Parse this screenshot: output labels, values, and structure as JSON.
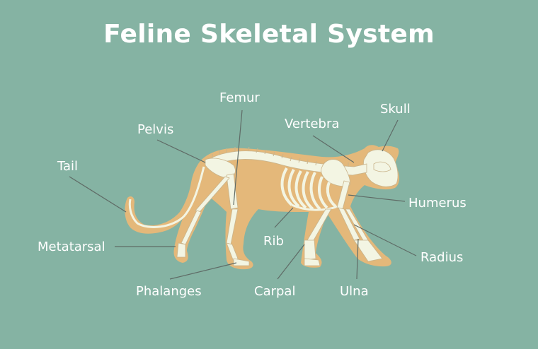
{
  "title": "Feline Skeletal System",
  "colors": {
    "background": "#85b3a3",
    "body": "#e4b87a",
    "bone": "#f3f5e3",
    "bone_outline": "#c9b48c",
    "leader_line": "#5f6b66",
    "label_text": "#ffffff"
  },
  "labels": {
    "femur": "Femur",
    "skull": "Skull",
    "pelvis": "Pelvis",
    "vertebra": "Vertebra",
    "tail": "Tail",
    "humerus": "Humerus",
    "metatarsal": "Metatarsal",
    "rib": "Rib",
    "radius": "Radius",
    "phalanges": "Phalanges",
    "carpal": "Carpal",
    "ulna": "Ulna"
  }
}
